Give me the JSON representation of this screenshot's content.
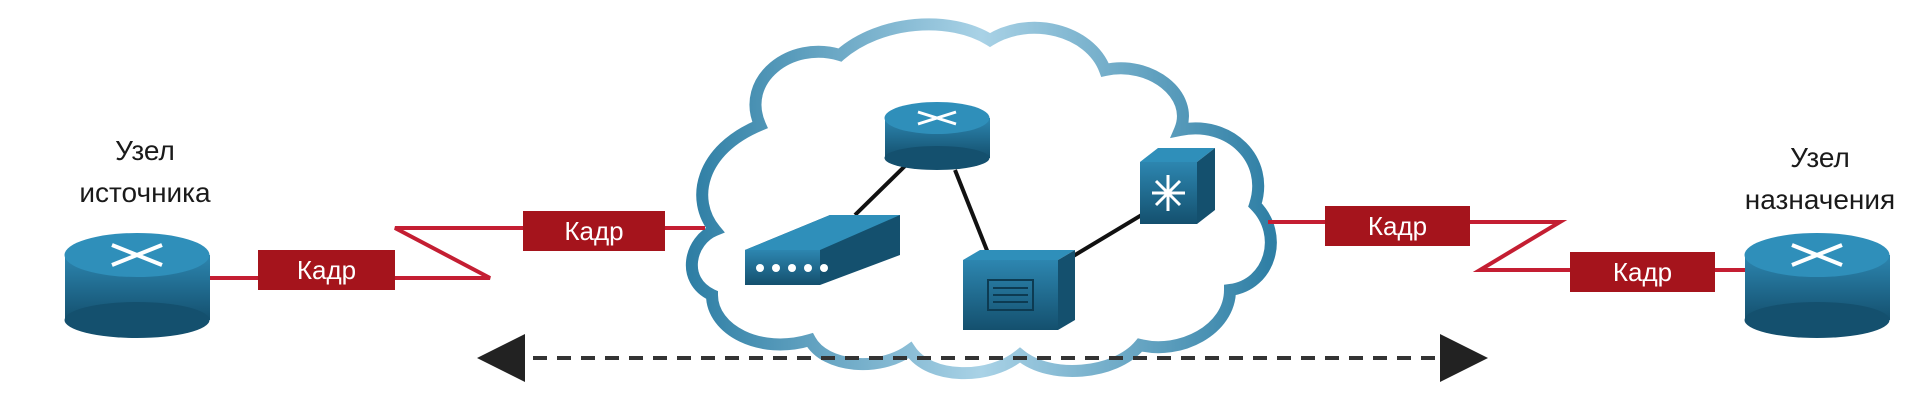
{
  "nodes": {
    "source": {
      "line1": "Узел",
      "line2": "источника"
    },
    "destination": {
      "line1": "Узел",
      "line2": "назначения"
    }
  },
  "frames": {
    "source_link": "Кадр",
    "source_cloud": "Кадр",
    "dest_cloud": "Кадр",
    "dest_link": "Кадр"
  },
  "colors": {
    "link": "#c41e32",
    "frame_fill": "#a5141c",
    "device_blue": "#1e6f95",
    "cloud_stroke": "#2f7fa5",
    "arrow": "#333333"
  }
}
